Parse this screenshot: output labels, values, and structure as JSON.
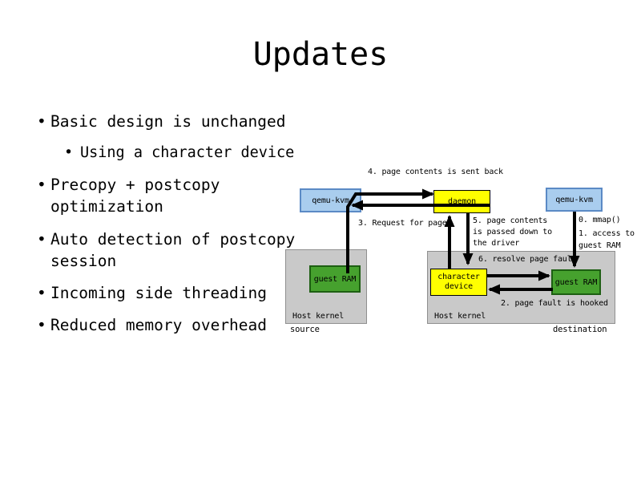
{
  "slide": {
    "title": "Updates",
    "bullet_glyph": "•",
    "bullets": [
      {
        "level": 1,
        "text": "Basic design is unchanged"
      },
      {
        "level": 2,
        "text": "Using a character device"
      },
      {
        "level": 1,
        "text": "Precopy + postcopy\noptimization"
      },
      {
        "level": 1,
        "text": "Auto detection of postcopy\nsession"
      },
      {
        "level": 1,
        "text": "Incoming side threading"
      },
      {
        "level": 1,
        "text": "Reduced memory overhead"
      }
    ]
  },
  "diagram": {
    "boxes": {
      "qemu_kvm_source": "qemu-kvm",
      "daemon": "daemon",
      "qemu_kvm_destination": "qemu-kvm",
      "guest_ram_source": "guest RAM",
      "character_device": "character\ndevice",
      "guest_ram_destination": "guest RAM",
      "host_kernel_source": "Host kernel",
      "host_kernel_destination": "Host kernel"
    },
    "captions": {
      "source": "source",
      "destination": "destination"
    },
    "steps": {
      "step0": "0. mmap()",
      "step1": "1. access to\nguest RAM",
      "step2": "2. page fault is hooked",
      "step3": "3. Request for page",
      "step4": "4. page contents is sent back",
      "step5": "5. page contents\nis passed down to\nthe driver",
      "step6": "6. resolve page fault"
    },
    "colors": {
      "qemu_fill": "#a9cdee",
      "qemu_border": "#5b8ac5",
      "daemon_fill": "#ffff00",
      "device_border": "#000000",
      "ram_fill": "#46a12e",
      "ram_border": "#1d5f12",
      "kernel_fill": "#c9c9c9",
      "kernel_border": "#8f8f8f",
      "arrow": "#000000",
      "background": "#ffffff",
      "text": "#000000"
    }
  }
}
